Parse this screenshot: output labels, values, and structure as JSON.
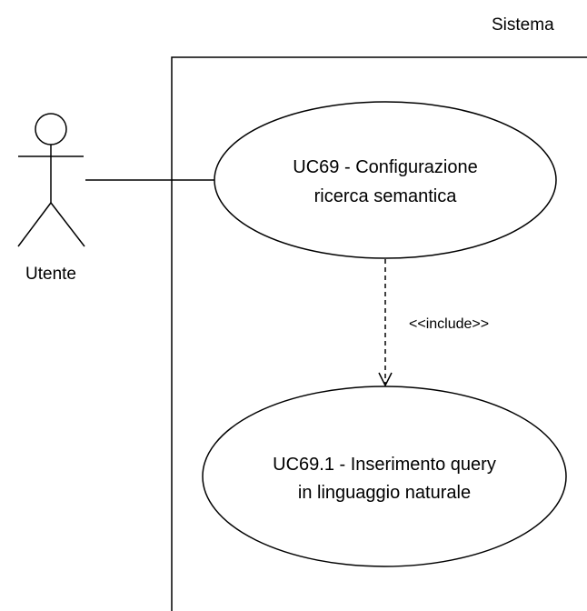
{
  "system": {
    "label": "Sistema"
  },
  "actor": {
    "label": "Utente"
  },
  "use_cases": [
    {
      "id": "uc69",
      "lines": [
        "UC69 - Configurazione",
        "ricerca semantica"
      ]
    },
    {
      "id": "uc69-1",
      "lines": [
        "UC69.1 - Inserimento query",
        "in linguaggio naturale"
      ]
    }
  ],
  "relationships": {
    "include_label": "<<include>>"
  }
}
